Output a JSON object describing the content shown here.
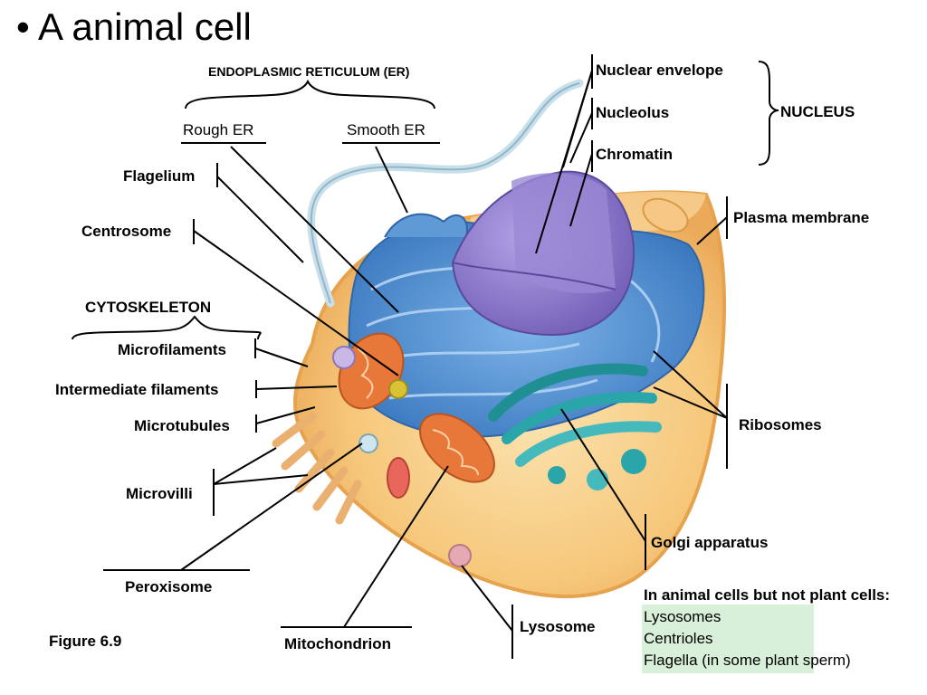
{
  "title": "• A animal cell",
  "labels": {
    "er_header": "ENDOPLASMIC RETICULUM (ER)",
    "rough_er": "Rough ER",
    "smooth_er": "Smooth ER",
    "flagellum": "Flagelium",
    "centrosome": "Centrosome",
    "cytoskeleton": "CYTOSKELETON",
    "microfilaments": "Microfilaments",
    "intermediate_filaments": "Intermediate filaments",
    "microtubules": "Microtubules",
    "microvilli": "Microvilli",
    "peroxisome": "Peroxisome",
    "mitochondrion": "Mitochondrion",
    "lysosome": "Lysosome",
    "golgi": "Golgi apparatus",
    "ribosomes": "Ribosomes",
    "plasma_membrane": "Plasma membrane",
    "nuclear_envelope": "Nuclear envelope",
    "nucleolus": "Nucleolus",
    "chromatin": "Chromatin",
    "nucleus": "NUCLEUS",
    "figure": "Figure 6.9"
  },
  "note": {
    "heading": "In animal cells but not plant cells:",
    "items": [
      "Lysosomes",
      "Centrioles",
      "Flagella (in some plant sperm)"
    ]
  },
  "colors": {
    "cytoplasm": "#f6c77a",
    "cell_edge": "#e9a94f",
    "er": "#4f8fd0",
    "nucleus": "#8e7bc9",
    "golgi": "#2aa5a9",
    "mitochondrion": "#e8783a",
    "flagellum": "#b8d6e3",
    "note_bg": "#d8efd9"
  }
}
